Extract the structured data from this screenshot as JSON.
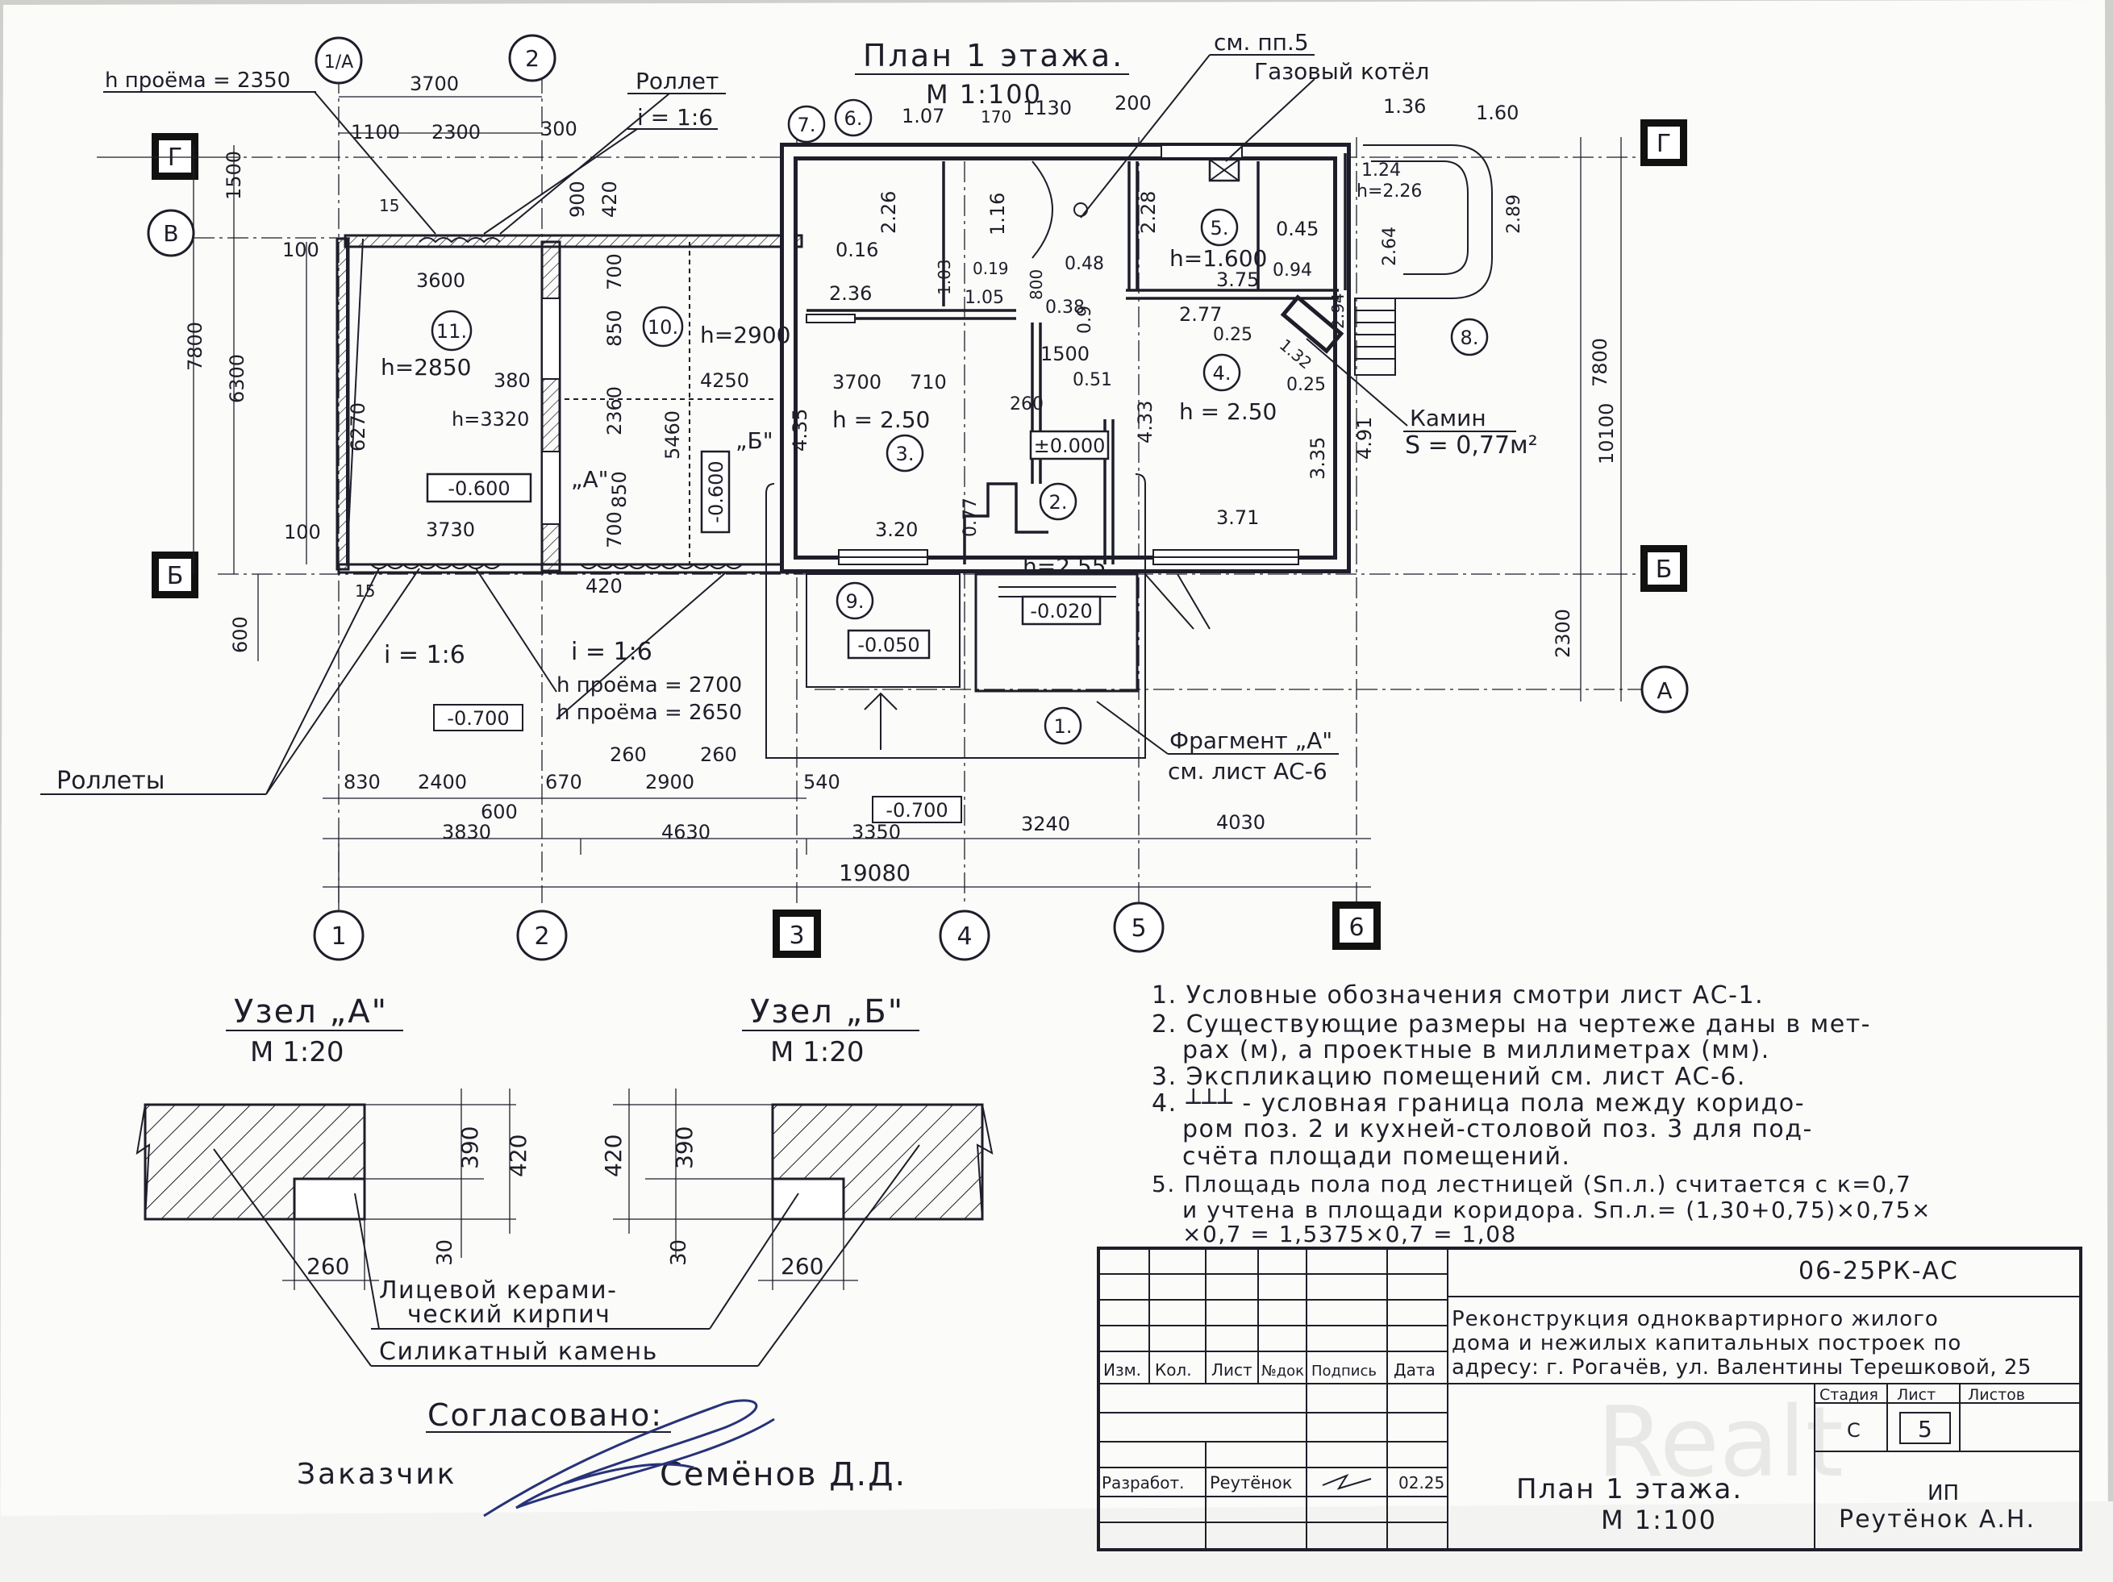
{
  "plan": {
    "title": "План 1 этажа.",
    "scale": "М 1:100",
    "axis_letters": [
      "Г",
      "В",
      "Б",
      "А"
    ],
    "axis_numbers": [
      "1/А",
      "2",
      "1",
      "2",
      "3",
      "4",
      "5",
      "6"
    ],
    "labels": {
      "proem_2350": "h проёма = 2350",
      "proem_2700": "h проёма = 2700",
      "proem_2650": "h проёма = 2650",
      "rollet": "Роллет",
      "rollety": "Роллеты",
      "slope_top": "i = 1:6",
      "slope_left": "i = 1:6",
      "slope_mid": "i = 1:6",
      "sm_pp5": "см. пп.5",
      "gas_boiler": "Газовый котёл",
      "kamin": "Камин",
      "kamin_area": "S = 0,77м²",
      "fragment_a": "Фрагмент „А\"",
      "fragment_sheet": "см. лист АС-6",
      "uzel_a_mark": "„А\"",
      "uzel_b_mark": "„Б\""
    },
    "rooms": [
      {
        "num": "1.",
        "h": "",
        "level": ""
      },
      {
        "num": "2.",
        "h": "h=2.55",
        "level": "-0.020"
      },
      {
        "num": "3.",
        "h": "h = 2.50",
        "level": "±0.000"
      },
      {
        "num": "4.",
        "h": "h = 2.50",
        "level": ""
      },
      {
        "num": "5.",
        "h": "h=1.600",
        "level": ""
      },
      {
        "num": "6.",
        "h": "",
        "level": ""
      },
      {
        "num": "7.",
        "h": "",
        "level": ""
      },
      {
        "num": "8.",
        "h": "",
        "level": ""
      },
      {
        "num": "9.",
        "h": "",
        "level": "-0.050"
      },
      {
        "num": "10.",
        "h": "h=2900",
        "level": "-0.600"
      },
      {
        "num": "11.",
        "h": "h=2850",
        "level": "-0.600"
      }
    ],
    "levels_outside": [
      "-0.700",
      "-0.700"
    ],
    "dims": {
      "top_3700": "3700",
      "top_1100": "1100",
      "top_2300": "2300",
      "top_300": "300",
      "d_1_07": "1.07",
      "d_170": "170",
      "d_1130": "1130",
      "d_200": "200",
      "d_1_36": "1.36",
      "d_1_60": "1.60",
      "left_1500": "1500",
      "left_7800": "7800",
      "left_6300": "6300",
      "left_600": "600",
      "d_100a": "100",
      "d_100b": "100",
      "d_15a": "15",
      "d_15b": "15",
      "d_3600": "3600",
      "d_380": "380",
      "d_3320": "h=3320",
      "d_6270": "6270",
      "d_3730": "3730",
      "d_900": "900",
      "d_420": "420",
      "d_700": "700",
      "d_850": "850",
      "d_2360": "2360",
      "d_5460": "5460",
      "d_4250": "4250",
      "d_850b": "850",
      "d_700b": "700",
      "d_420b": "420",
      "d_0_16": "0.16",
      "d_2_36": "2.36",
      "d_2_26": "2.26",
      "d_1_16": "1.16",
      "d_1_03": "1.03",
      "d_0_19": "0.19",
      "d_1_05": "1.05",
      "d_800": "800",
      "d_0_48": "0.48",
      "d_0_38": "0.38",
      "d_0_9": "0.9",
      "d_1500": "1500",
      "d_0_51": "0.51",
      "d_260": "260",
      "d_2_28": "2.28",
      "d_0_45": "0.45",
      "d_3_75": "3.75",
      "d_0_94": "0.94",
      "d_2_77": "2.77",
      "d_0_25a": "0.25",
      "d_0_25b": "0.25",
      "d_1_32": "1.32",
      "d_2_94": "2.94",
      "d_1_24": "1.24",
      "d_h226": "h=2.26",
      "d_2_64": "2.64",
      "d_2_89": "2.89",
      "d_3700b": "3700",
      "d_710": "710",
      "d_4_35": "4.35",
      "d_4_33": "4.33",
      "d_3_35": "3.35",
      "d_4_91": "4.91",
      "d_3_20": "3.20",
      "d_0_77": "0.77",
      "d_3_71": "3.71",
      "right_7800": "7800",
      "right_10100": "10100",
      "right_2300": "2300",
      "b_830": "830",
      "b_2400": "2400",
      "b_670": "670",
      "b_260a": "260",
      "b_2900": "2900",
      "b_260b": "260",
      "b_540": "540",
      "b_600": "600",
      "b_3830": "3830",
      "b_4630": "4630",
      "b_3350": "3350",
      "b_3240": "3240",
      "b_4030": "4030",
      "b_19080": "19080"
    }
  },
  "nodes": {
    "a": {
      "title": "Узел „А\"",
      "scale": "М 1:20",
      "d390": "390",
      "d420": "420",
      "d30": "30",
      "d260": "260"
    },
    "b": {
      "title": "Узел „Б\"",
      "scale": "М 1:20",
      "d390": "390",
      "d420": "420",
      "d30": "30",
      "d260": "260"
    },
    "label_brick_1": "Лицевой керами-",
    "label_brick_2": "ческий кирпич",
    "label_stone": "Силикатный камень"
  },
  "notes": [
    "1. Условные обозначения смотри лист АС-1.",
    "2. Существующие размеры на чертеже даны в мет-",
    "рах (м), а проектные в миллиметрах (мм).",
    "3. Экспликацию помещений см. лист АС-6.",
    "4. ┴┴┴ - условная граница пола между коридо-",
    "ром поз. 2 и кухней-столовой поз. 3 для под-",
    "счёта площади помещений.",
    "5. Площадь пола под лестницей (Sп.л.) считается с к=0,7",
    "и учтена в площади коридора. Sп.л.= (1,30+0,75)×0,75×",
    "×0,7 = 1,5375×0,7 = 1,08"
  ],
  "approval": {
    "agreed": "Согласовано:",
    "customer": "Заказчик",
    "name": "Семёнов Д.Д."
  },
  "title_block": {
    "code": "06-25РК-АС",
    "project_lines": [
      "Реконструкция одноквартирного жилого",
      "дома и нежилых капитальных построек по",
      "адресу: г. Рогачёв, ул. Валентины Терешковой, 25"
    ],
    "headers": [
      "Изм.",
      "Кол.",
      "Лист",
      "№док.",
      "Подпись",
      "Дата"
    ],
    "stage_headers": [
      "Стадия",
      "Лист",
      "Листов"
    ],
    "stage": "С",
    "sheet": "5",
    "sheets": "",
    "role": "Разработ.",
    "author": "Реутёнок",
    "date": "02.25",
    "sheet_title": "План 1 этажа.",
    "sheet_scale": "М 1:100",
    "org_1": "ИП",
    "org_2": "Реутёнок А.Н."
  },
  "watermark": "Realt"
}
